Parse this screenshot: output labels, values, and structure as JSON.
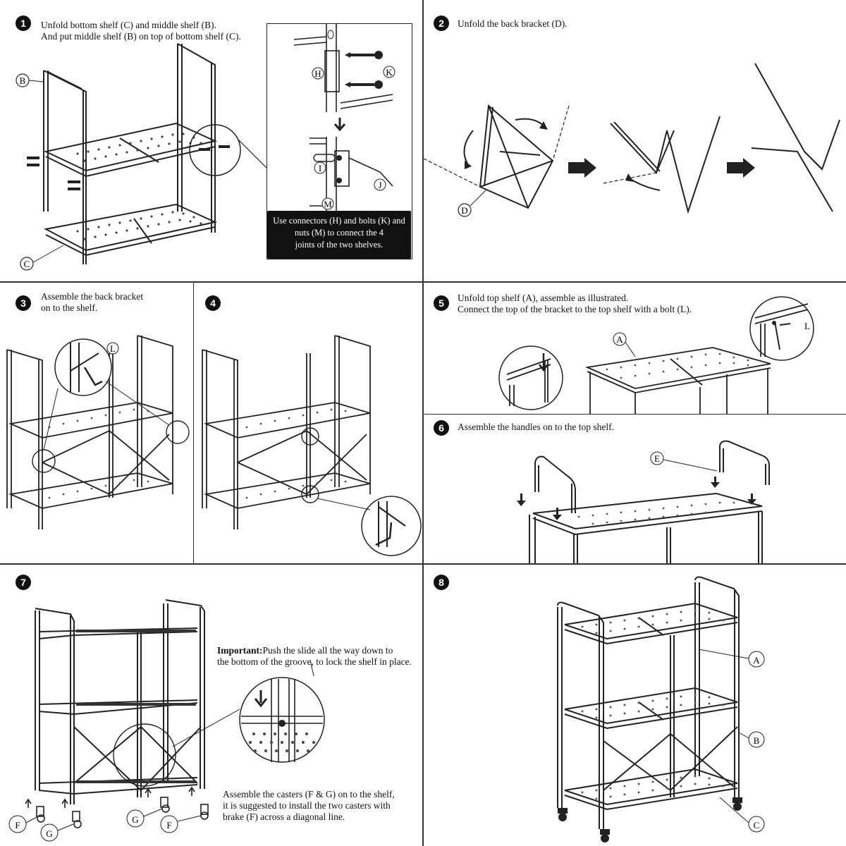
{
  "steps": [
    {
      "number": "1",
      "caption": "Unfold bottom shelf (C) and middle shelf (B).\nAnd put middle shelf (B) on top of bottom shelf (C).",
      "labels": {
        "b": "B",
        "c": "C"
      },
      "inset": {
        "labels": {
          "h": "H",
          "k": "K",
          "i": "I",
          "m": "M",
          "j": "J"
        },
        "note": "Use connectors (H) and bolts (K) and\nnuts (M) to connect the 4\njoints of the two shelves."
      }
    },
    {
      "number": "2",
      "caption": "Unfold the back bracket (D).",
      "labels": {
        "d": "D"
      }
    },
    {
      "number": "3",
      "caption": "Assemble the back bracket\non to the shelf.",
      "labels": {
        "l": "L"
      }
    },
    {
      "number": "4",
      "caption": ""
    },
    {
      "number": "5",
      "caption": "Unfold top shelf (A), assemble as illustrated.\nConnect the top of the bracket to the top shelf with a bolt (L).",
      "labels": {
        "a": "A",
        "l": "L"
      }
    },
    {
      "number": "6",
      "caption": "Assemble the handles on to the top shelf.",
      "labels": {
        "e": "E"
      }
    },
    {
      "number": "7",
      "caption": "",
      "important_label": "Important:",
      "important_text": "Push the slide all the way down to\nthe bottom of the groove, to lock the shelf in place.",
      "casters_text": "Assemble the casters (F & G)  on to the shelf,\nit is suggested to install the two casters with\nbrake (F) across a diagonal line.",
      "labels": {
        "f1": "F",
        "g1": "G",
        "g2": "G",
        "f2": "F"
      }
    },
    {
      "number": "8",
      "caption": "",
      "labels": {
        "a": "A",
        "b": "B",
        "c": "C"
      }
    }
  ]
}
